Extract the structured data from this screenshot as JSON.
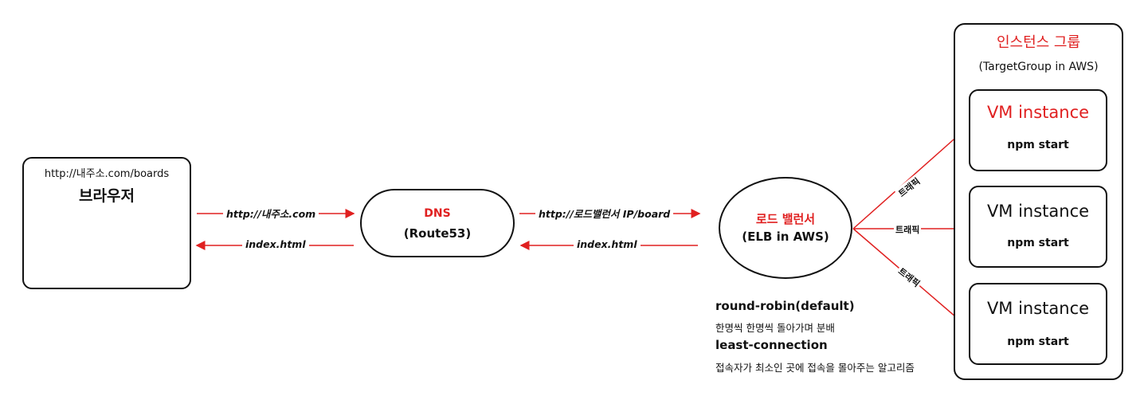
{
  "colors": {
    "accent": "#e02020",
    "ink": "#111111",
    "background": "#ffffff"
  },
  "browser": {
    "url": "http://내주소.com/boards",
    "title": "브라우저"
  },
  "dns": {
    "title": "DNS",
    "subtitle": "(Route53)"
  },
  "load_balancer": {
    "title": "로드 밸런서",
    "subtitle": "(ELB in AWS)"
  },
  "edges": {
    "browser_to_dns": "http://내주소.com",
    "dns_to_browser": "index.html",
    "dns_to_lb": "http://로드밸런서 IP/board",
    "lb_to_dns": "index.html",
    "traffic": [
      "트래픽",
      "트래픽",
      "트래픽"
    ]
  },
  "algorithms": [
    {
      "name": "round-robin(default)",
      "description": "한명씩 한명씩 돌아가며 분배"
    },
    {
      "name": "least-connection",
      "description": "접속자가 최소인 곳에 접속을 몰아주는 알고리즘"
    }
  ],
  "instance_group": {
    "title": "인스턴스 그룹",
    "subtitle": "(TargetGroup in AWS)",
    "instances": [
      {
        "name": "VM instance",
        "command": "npm start",
        "highlighted": true
      },
      {
        "name": "VM instance",
        "command": "npm start",
        "highlighted": false
      },
      {
        "name": "VM instance",
        "command": "npm start",
        "highlighted": false
      }
    ]
  }
}
